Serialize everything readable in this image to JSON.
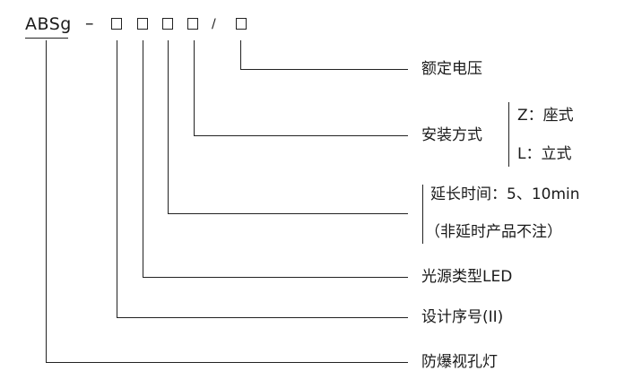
{
  "code": {
    "prefix": "ABSg",
    "dash": "–",
    "slash": "/",
    "placeholder": "□"
  },
  "labels": {
    "rated_voltage": "额定电压",
    "install_method": "安装方式",
    "install_options": [
      "Z：座式",
      "L：立式"
    ],
    "delay_time": "延长时间：5、10min",
    "delay_note": "（非延时产品不注）",
    "light_source": "光源类型LED",
    "design_no": "设计序号(II)",
    "product": "防爆视孔灯"
  }
}
